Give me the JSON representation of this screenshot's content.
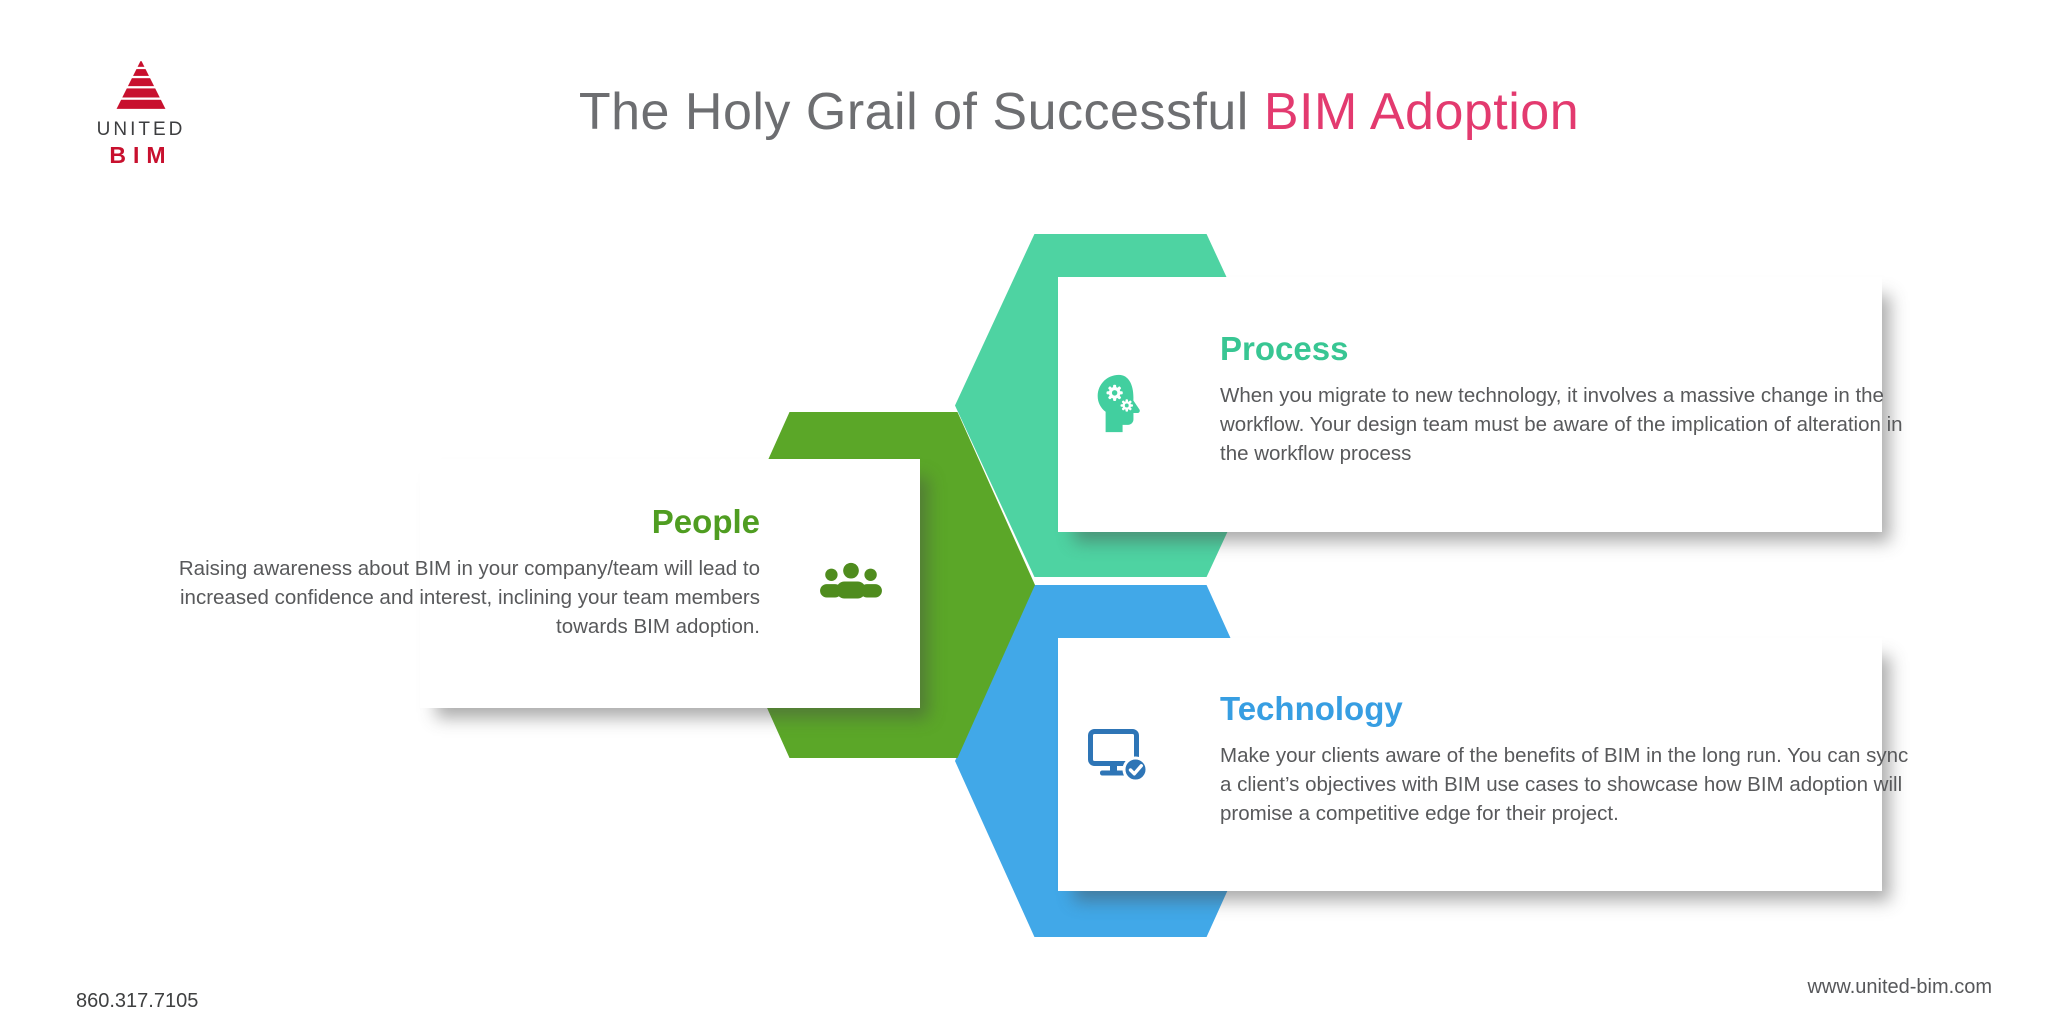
{
  "title": {
    "main": "The Holy Grail of Successful",
    "accent": "BIM Adoption",
    "main_color": "#6d6e71",
    "accent_color": "#e33a6f"
  },
  "logo": {
    "line1": "UNITED",
    "line2": "BIM",
    "brand_color": "#c8102e",
    "mark_icon": "striped-triangle-logo-icon"
  },
  "sections": {
    "process": {
      "title": "Process",
      "body": "When you migrate to new technology, it involves a massive change in the workflow. Your design team must be aware of the implication of alteration in the workflow process",
      "hex_color": "#4ed3a2",
      "heading_color": "#38c693",
      "icon": "head-gears-icon"
    },
    "people": {
      "title": "People",
      "body": "Raising awareness about BIM in your company/team will lead to increased confidence and interest, inclining your team members towards BIM adoption.",
      "hex_color": "#5ba728",
      "heading_color": "#4f9d21",
      "icon": "people-group-icon"
    },
    "technology": {
      "title": "Technology",
      "body": "Make your clients aware of the benefits of BIM in the long run. You can sync a client’s objectives with BIM use cases to showcase how BIM adoption will promise a competitive edge for their project.",
      "hex_color": "#41a8e8",
      "heading_color": "#379ee2",
      "icon": "monitor-check-icon"
    }
  },
  "footer": {
    "phone": "860.317.7105",
    "website": "www.united-bim.com"
  }
}
